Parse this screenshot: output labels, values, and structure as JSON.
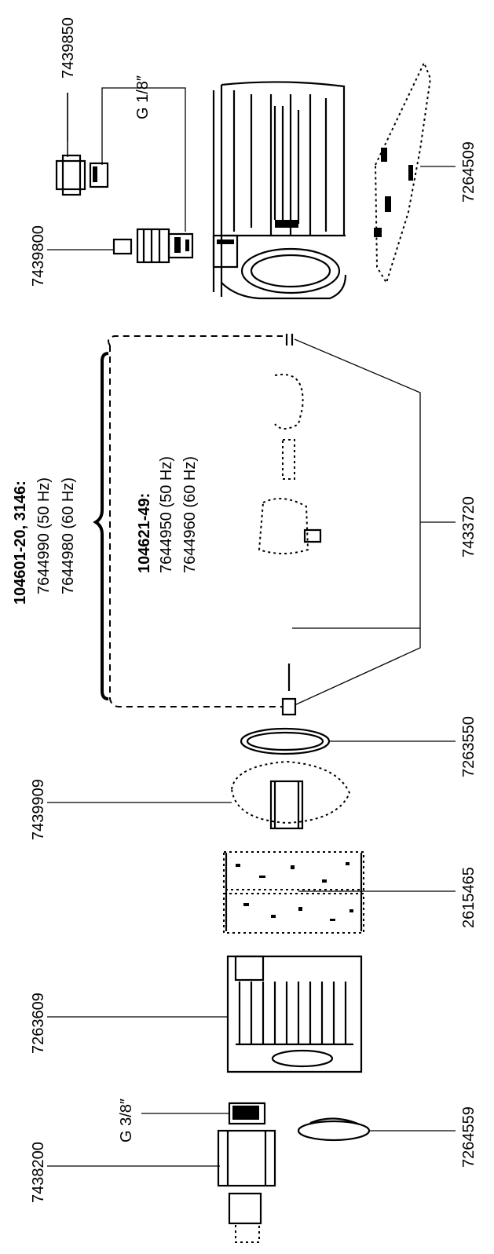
{
  "callouts": {
    "p7439850": "7439850",
    "p7439800": "7439800",
    "p7264509": "7264509",
    "p7433720": "7433720",
    "p7263550": "7263550",
    "p7439909": "7439909",
    "p2615465": "2615465",
    "p7263609": "7263609",
    "p7438200": "7438200",
    "p7264559": "7264559"
  },
  "thread_sizes": {
    "top": "G 1/8″",
    "bottom": "G 3/8″"
  },
  "variant_groups": [
    {
      "heading": "104601-20, 3146:",
      "lines": [
        "7644990 (50 Hz)",
        "7644980 (60 Hz)"
      ]
    },
    {
      "heading": "104621-49:",
      "lines": [
        "7644950 (50 Hz)",
        "7644960 (60 Hz)"
      ]
    }
  ]
}
